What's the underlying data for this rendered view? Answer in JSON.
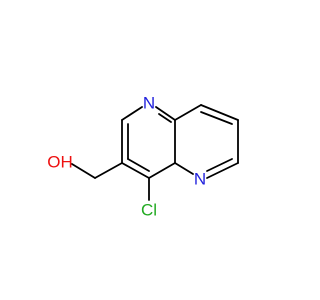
{
  "molecule": {
    "atoms": {
      "n_top": {
        "label": "N",
        "color": "#2222dd"
      },
      "n_bottom": {
        "label": "N",
        "color": "#2222dd"
      },
      "hydroxyl": {
        "label": "OH",
        "color": "#ee1111"
      },
      "chlorine": {
        "label": "Cl",
        "color": "#22aa22"
      }
    },
    "bond_color": "#000000"
  }
}
